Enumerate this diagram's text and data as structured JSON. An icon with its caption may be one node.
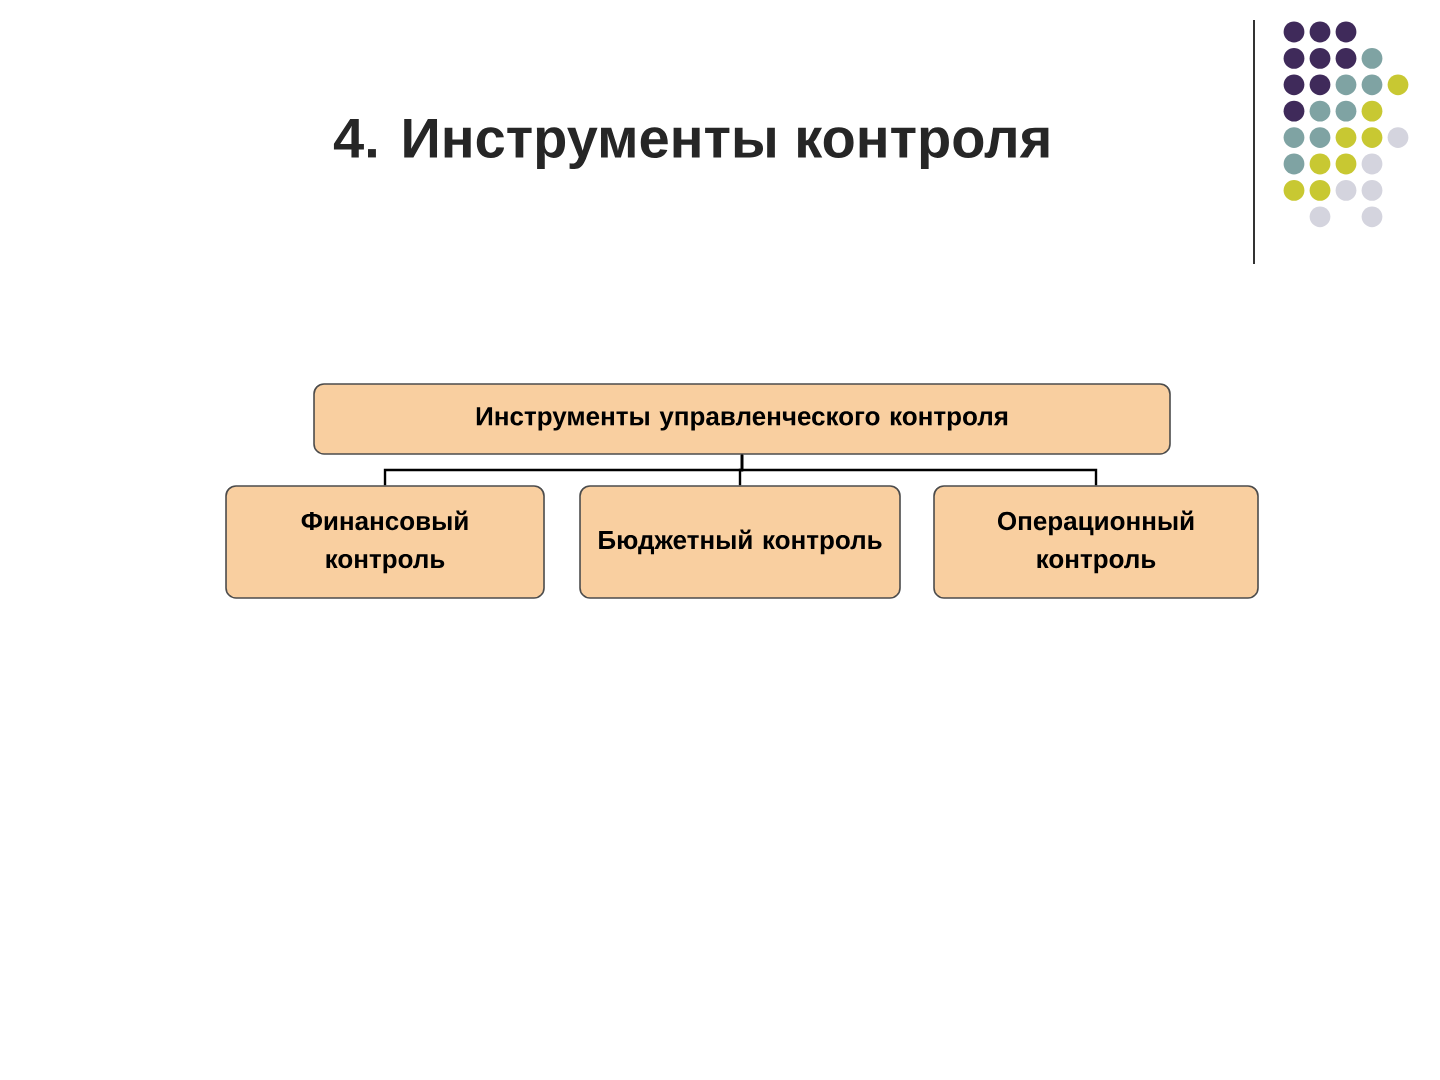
{
  "diagram": {
    "title": "4. Инструменты контроля",
    "nodes": [
      {
        "text": [
          "Инструменты управленческого контроля"
        ]
      },
      {
        "text": [
          "Финансовый контроль"
        ]
      },
      {
        "text": [
          "Бюджетный контроль"
        ]
      },
      {
        "text": [
          "Операционный контроль"
        ]
      }
    ],
    "edges": [
      {
        "from": 0,
        "to": 1,
        "arrow": "none"
      },
      {
        "from": 0,
        "to": 2,
        "arrow": "none"
      },
      {
        "from": 0,
        "to": 3,
        "arrow": "none"
      }
    ]
  }
}
